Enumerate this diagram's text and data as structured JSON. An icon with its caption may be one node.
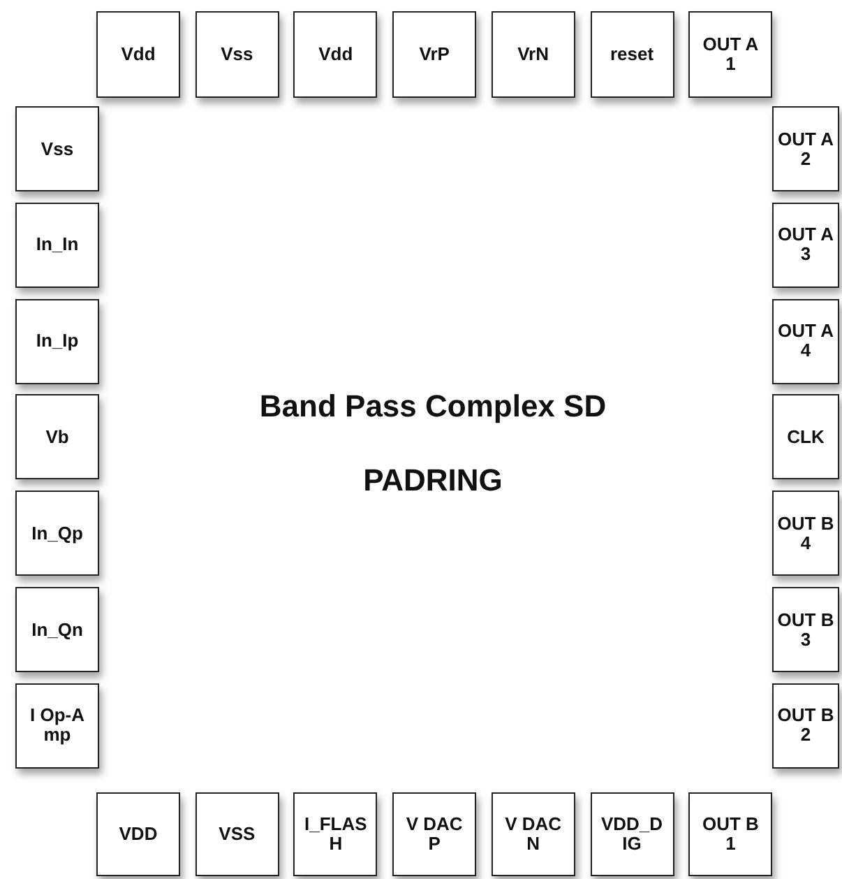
{
  "diagram": {
    "nodes": [
      {
        "text": [
          "Vdd"
        ]
      },
      {
        "text": [
          "Vss"
        ]
      },
      {
        "text": [
          "Vdd"
        ]
      },
      {
        "text": [
          "VrP"
        ]
      },
      {
        "text": [
          "VrN"
        ]
      },
      {
        "text": [
          "reset"
        ]
      },
      {
        "text": [
          "OUT A1"
        ]
      },
      {
        "text": [
          "Vss"
        ]
      },
      {
        "text": [
          "In_In"
        ]
      },
      {
        "text": [
          "In_Ip"
        ]
      },
      {
        "text": [
          "Vb"
        ]
      },
      {
        "text": [
          "In_Qp"
        ]
      },
      {
        "text": [
          "In_Qn"
        ]
      },
      {
        "text": [
          "I Op-Amp"
        ]
      },
      {
        "text": [
          "OUT A2"
        ]
      },
      {
        "text": [
          "OUT A3"
        ]
      },
      {
        "text": [
          "OUT A4"
        ]
      },
      {
        "text": [
          "CLK"
        ]
      },
      {
        "text": [
          "OUT B4"
        ]
      },
      {
        "text": [
          "OUT B3"
        ]
      },
      {
        "text": [
          "OUT B2"
        ]
      },
      {
        "text": [
          "VDD"
        ]
      },
      {
        "text": [
          "VSS"
        ]
      },
      {
        "text": [
          "I_FLASH"
        ]
      },
      {
        "text": [
          "V DAC P"
        ]
      },
      {
        "text": [
          "V DAC N"
        ]
      },
      {
        "text": [
          "VDD_DIG"
        ]
      },
      {
        "text": [
          "OUT B1"
        ]
      }
    ],
    "labels": [
      "Band Pass Complex SD",
      "PADRING"
    ]
  }
}
